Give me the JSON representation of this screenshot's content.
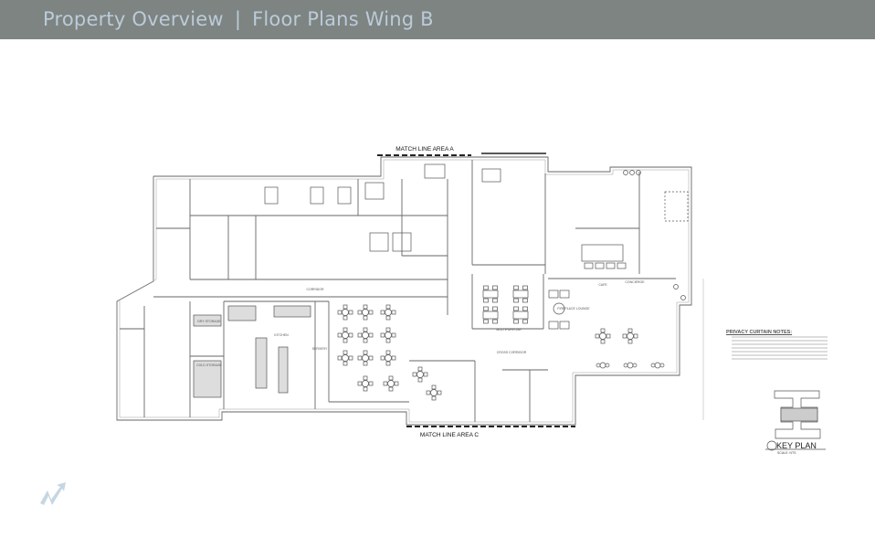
{
  "header": {
    "section": "Property Overview",
    "separator": "|",
    "page": "Floor Plans Wing B",
    "background_color": "#7d8482",
    "text_color": "#bccbd9"
  },
  "plan": {
    "match_line_top": "MATCH LINE AREA A",
    "match_line_bottom": "MATCH LINE AREA C",
    "rooms": {
      "multipurpose": "MULTIPURPOSE",
      "fireplace": "FIREPLACE LOUNGE",
      "cafe": "CAFE",
      "concierge": "CONCIERGE",
      "cross_corridor": "CROSS CORRIDOR",
      "kitchen": "KITCHEN",
      "dry_storage": "DRY STORAGE",
      "cold_storage": "COLD STORAGE",
      "servery": "SERVERY",
      "corridor": "CORRIDOR"
    }
  },
  "notes": {
    "title": "PRIVACY CURTAIN NOTES:"
  },
  "key_plan": {
    "title": "KEY PLAN",
    "scale": "SCALE: NTS"
  },
  "logo": {
    "icon": "arrow-logo-icon",
    "color": "#c5d6e3"
  }
}
